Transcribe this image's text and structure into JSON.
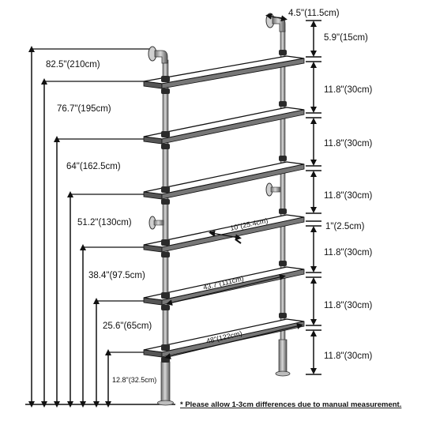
{
  "left_heights": [
    {
      "label": "82.5\"(210cm)"
    },
    {
      "label": "76.7\"(195cm)"
    },
    {
      "label": "64\"(162.5cm)"
    },
    {
      "label": "51.2\"(130cm)"
    },
    {
      "label": "38.4\"(97.5cm)"
    },
    {
      "label": "25.6\"(65cm)"
    },
    {
      "label": "12.8\"(32.5cm)"
    }
  ],
  "top_offset": "4.5\"(11.5cm)",
  "right_gaps": [
    {
      "label": "5.9\"(15cm)"
    },
    {
      "label": "11.8\"(30cm)"
    },
    {
      "label": "11.8\"(30cm)"
    },
    {
      "label": "11.8\"(30cm)"
    },
    {
      "label": "1\"(2.5cm)"
    },
    {
      "label": "11.8\"(30cm)"
    },
    {
      "label": "11.8\"(30cm)"
    },
    {
      "label": "11.8\"(30cm)"
    }
  ],
  "shelf_depth": "10\"(25.4cm)",
  "shelf_width_top": "43.7\"(111cm)",
  "shelf_width_bottom": "48\"(122cm)",
  "note": "* Please allow 1-3cm differences due to manual measurement.",
  "colors": {
    "line": "#111111",
    "shelf_top": "#ffffff",
    "shelf_edge": "#555555",
    "pipe": "#9a9a9a",
    "fitting": "#2a2a2a"
  }
}
